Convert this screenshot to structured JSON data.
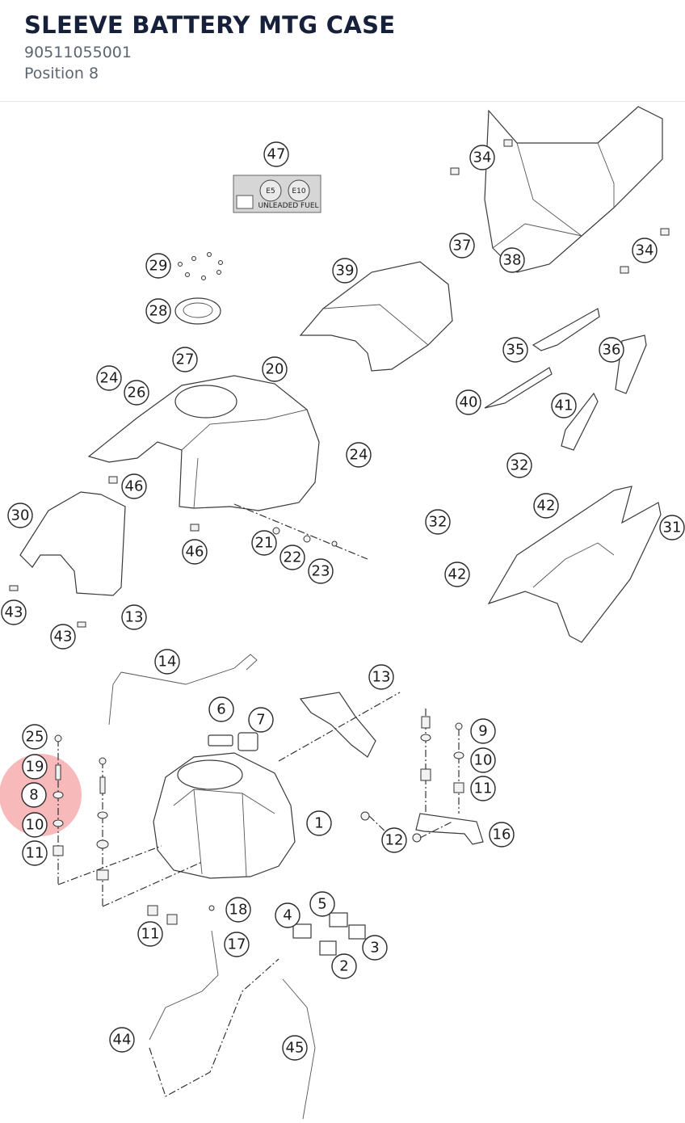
{
  "header": {
    "title": "SLEEVE BATTERY MTG CASE",
    "part_number": "90511055001",
    "position": "Position 8"
  },
  "highlight": {
    "label": "8",
    "color": "#f08080"
  },
  "fuel_label": {
    "e5": "E5",
    "e10": "E10",
    "text": "UNLEADED FUEL"
  },
  "callouts": [
    {
      "label": "47"
    },
    {
      "label": "34"
    },
    {
      "label": "37"
    },
    {
      "label": "38"
    },
    {
      "label": "34"
    },
    {
      "label": "29"
    },
    {
      "label": "39"
    },
    {
      "label": "28"
    },
    {
      "label": "35"
    },
    {
      "label": "36"
    },
    {
      "label": "27"
    },
    {
      "label": "24"
    },
    {
      "label": "20"
    },
    {
      "label": "26"
    },
    {
      "label": "40"
    },
    {
      "label": "41"
    },
    {
      "label": "24"
    },
    {
      "label": "46"
    },
    {
      "label": "32"
    },
    {
      "label": "30"
    },
    {
      "label": "42"
    },
    {
      "label": "32"
    },
    {
      "label": "31"
    },
    {
      "label": "21"
    },
    {
      "label": "46"
    },
    {
      "label": "22"
    },
    {
      "label": "23"
    },
    {
      "label": "42"
    },
    {
      "label": "43"
    },
    {
      "label": "43"
    },
    {
      "label": "13"
    },
    {
      "label": "14"
    },
    {
      "label": "13"
    },
    {
      "label": "6"
    },
    {
      "label": "7"
    },
    {
      "label": "9"
    },
    {
      "label": "25"
    },
    {
      "label": "10"
    },
    {
      "label": "19"
    },
    {
      "label": "11"
    },
    {
      "label": "8"
    },
    {
      "label": "10"
    },
    {
      "label": "1"
    },
    {
      "label": "16"
    },
    {
      "label": "12"
    },
    {
      "label": "11"
    },
    {
      "label": "18"
    },
    {
      "label": "4"
    },
    {
      "label": "5"
    },
    {
      "label": "11"
    },
    {
      "label": "17"
    },
    {
      "label": "3"
    },
    {
      "label": "2"
    },
    {
      "label": "44"
    },
    {
      "label": "45"
    }
  ]
}
